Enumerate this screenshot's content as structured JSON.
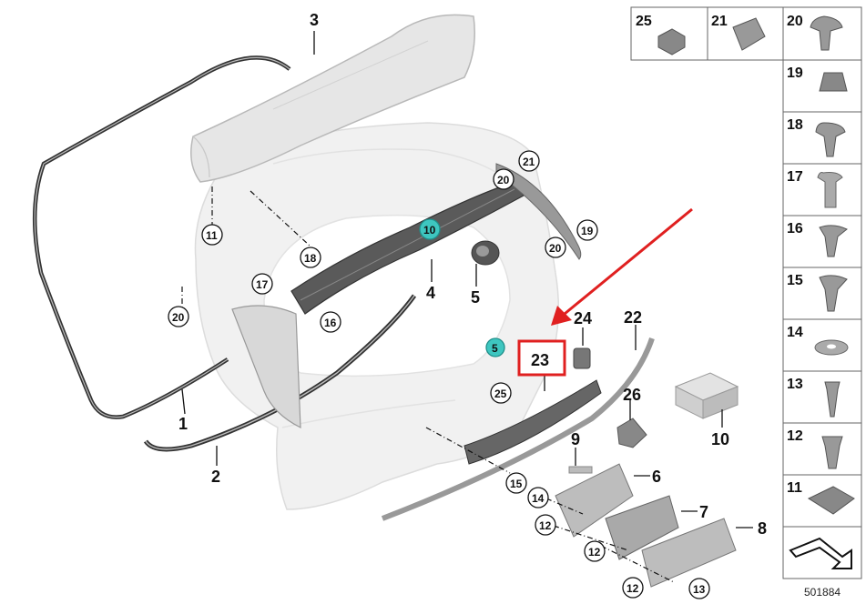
{
  "diagram": {
    "catalog_number": "501884",
    "callouts": {
      "p1": "1",
      "p2": "2",
      "p3": "3",
      "p4": "4",
      "p5": "5",
      "p6": "6",
      "p7": "7",
      "p8": "8",
      "p9": "9",
      "p10": "10",
      "p22": "22",
      "p23": "23",
      "p24": "24",
      "p26": "26"
    },
    "circled": {
      "c21": "21",
      "c20a": "20",
      "c19": "19",
      "c20b": "20",
      "c10": "10",
      "c11": "11",
      "c18": "18",
      "c17": "17",
      "c20c": "20",
      "c16": "16",
      "c5": "5",
      "c25": "25",
      "c15": "15",
      "c14": "14",
      "c12a": "12",
      "c12b": "12",
      "c12c": "12",
      "c13": "13"
    },
    "highlight_color": "#e02020",
    "teal_color": "#3ec6c0",
    "parts_panel": {
      "top_row": [
        "25",
        "21",
        "20"
      ],
      "column": [
        "19",
        "18",
        "17",
        "16",
        "15",
        "14",
        "13",
        "12",
        "11"
      ]
    }
  }
}
